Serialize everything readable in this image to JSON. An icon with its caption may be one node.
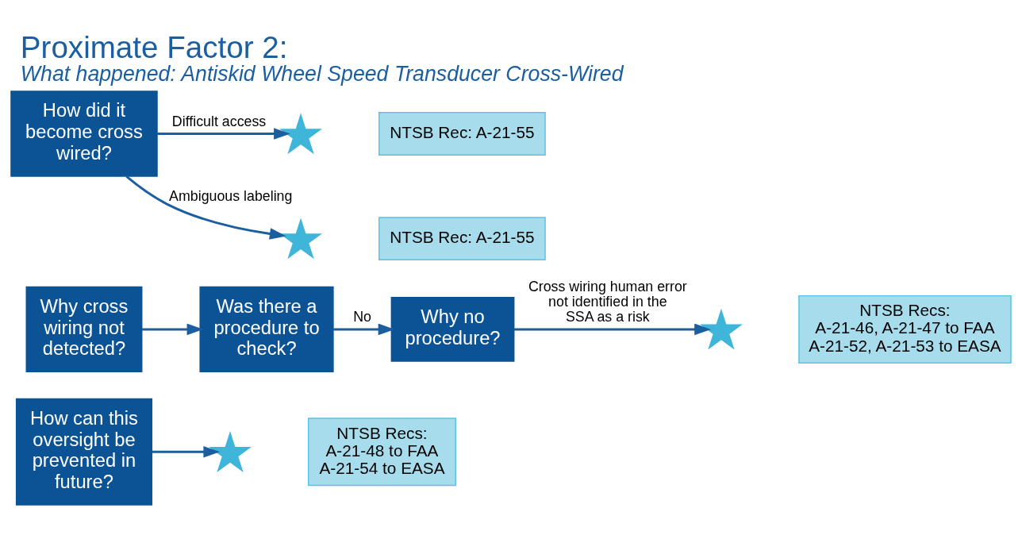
{
  "diagram": {
    "title": "Proximate Factor 2:",
    "caption": "What happened: Antiskid Wheel Speed Transducer Cross-Wired",
    "nodes": [
      {
        "text": [
          "How did it become cross wired?"
        ]
      },
      {
        "text": [],
        "shape": "star"
      },
      {
        "text": [
          "NTSB Rec: A-21-55"
        ]
      },
      {
        "text": [],
        "shape": "star"
      },
      {
        "text": [
          "NTSB Rec: A-21-55"
        ]
      },
      {
        "text": [
          "Why cross wiring not detected?"
        ]
      },
      {
        "text": [
          "Was there a procedure to check?"
        ]
      },
      {
        "text": [
          "Why no procedure?"
        ]
      },
      {
        "text": [],
        "shape": "star"
      },
      {
        "text": [
          "NTSB Recs:",
          "A-21-46, A-21-47 to FAA",
          "A-21-52, A-21-53 to EASA"
        ]
      },
      {
        "text": [
          "How can this oversight be prevented in future?"
        ]
      },
      {
        "text": [],
        "shape": "star"
      },
      {
        "text": [
          "NTSB Recs:",
          "A-21-48 to FAA",
          "A-21-54 to EASA"
        ]
      }
    ],
    "edges": [
      {
        "from": 0,
        "to": 1,
        "arrow": "to",
        "label": "Difficult access"
      },
      {
        "from": 0,
        "to": 3,
        "arrow": "to",
        "label": "Ambiguous labeling"
      },
      {
        "from": 5,
        "to": 6,
        "arrow": "to"
      },
      {
        "from": 6,
        "to": 7,
        "arrow": "to",
        "label": "No"
      },
      {
        "from": 7,
        "to": 8,
        "arrow": "to",
        "label": "Cross wiring human error not identified in the SSA as a risk"
      },
      {
        "from": 10,
        "to": 11,
        "arrow": "to"
      }
    ]
  }
}
